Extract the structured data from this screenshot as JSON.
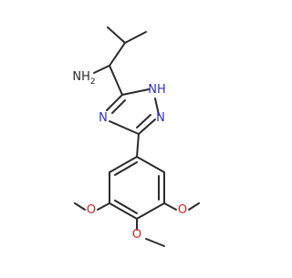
{
  "molecule": {
    "colors": {
      "bond": "#2b2b2b",
      "nitrogen": "#2f2fd6",
      "oxygen": "#e02020",
      "carbon_label": "#2b2b2b"
    },
    "atoms": {
      "amine_group": "NH",
      "amine_subscript": "2",
      "ring_nh": "NH",
      "ring_n_left": "N",
      "ring_n_right": "N",
      "o_left": "O",
      "o_para": "O",
      "o_right": "O"
    }
  }
}
